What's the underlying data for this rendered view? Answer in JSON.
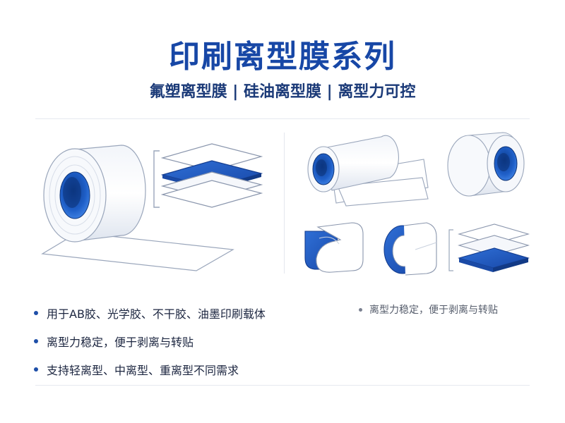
{
  "header": {
    "title": "印刷离型膜系列",
    "subtitle": "氟塑离型膜 | 硅油离型膜 | 离型力可控"
  },
  "features": [
    "用于AB胶、光学胶、不干胶、油墨印刷载体",
    "离型力稳定，便于剥离与转贴",
    "支持轻离型、中离型、重离型不同需求"
  ],
  "side_note": "离型力稳定，便于剥离与转贴",
  "colors": {
    "brand_blue": "#1747a6",
    "core_blue": "#1f5fc8",
    "film_white": "#ffffff",
    "outline": "#8a96ad"
  },
  "icons": {
    "bullet": "bullet-dot-icon"
  }
}
